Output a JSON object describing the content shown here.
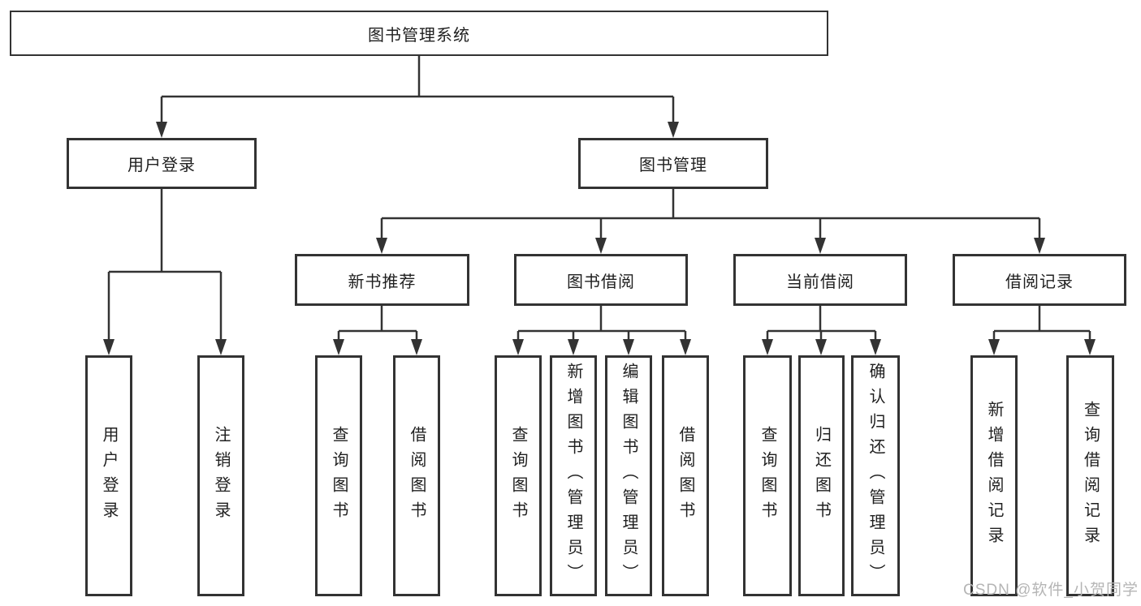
{
  "diagram": {
    "root": {
      "label": "图书管理系统"
    },
    "branches": [
      {
        "label": "用户登录",
        "children": [
          {
            "label": "用户登录"
          },
          {
            "label": "注销登录"
          }
        ]
      },
      {
        "label": "图书管理",
        "children": [
          {
            "label": "新书推荐",
            "children": [
              {
                "label": "查询图书"
              },
              {
                "label": "借阅图书"
              }
            ]
          },
          {
            "label": "图书借阅",
            "children": [
              {
                "label": "查询图书"
              },
              {
                "label": "新增图书（管理员）"
              },
              {
                "label": "编辑图书（管理员）"
              },
              {
                "label": "借阅图书"
              }
            ]
          },
          {
            "label": "当前借阅",
            "children": [
              {
                "label": "查询图书"
              },
              {
                "label": "归还图书"
              },
              {
                "label": "确认归还（管理员）"
              }
            ]
          },
          {
            "label": "借阅记录",
            "children": [
              {
                "label": "新增借阅记录"
              },
              {
                "label": "查询借阅记录"
              }
            ]
          }
        ]
      }
    ],
    "watermark": "CSDN @软件_小贺同学",
    "colors": {
      "line": "#333333",
      "box_border": "#333333",
      "text": "#1f1f1f",
      "watermark": "#b5b5b5",
      "background": "#ffffff"
    }
  }
}
